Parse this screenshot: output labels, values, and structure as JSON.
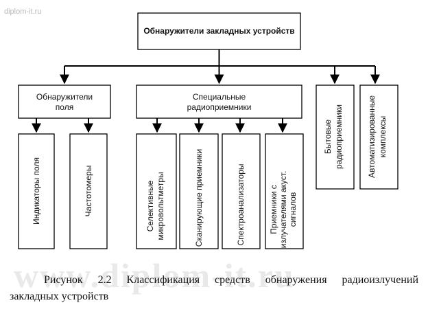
{
  "watermark": {
    "top_left": "diplom-it.ru",
    "big": "www.diplom-it.ru"
  },
  "diagram": {
    "root": "Обнаружители закладных устройств",
    "group_field": {
      "line1": "Обнаружители",
      "line2": "поля"
    },
    "group_special": {
      "line1": "Специальные",
      "line2": "радиоприемники"
    },
    "household": {
      "line1": "Бытовые",
      "line2": "радиоприемники"
    },
    "automated": {
      "line1": "Автоматизированные",
      "line2": "комплексы"
    },
    "field_indicators": "Индикаторы поля",
    "frequency_meters": "Частотомеры",
    "selective": {
      "line1": "Селективные",
      "line2": "микровольтметры"
    },
    "scanning": "Сканирующие приемники",
    "spectrum": "Спектроанализаторы",
    "acoustic": {
      "line1": "Приемники с",
      "line2": "излучателями акуст.",
      "line3": "сигналов"
    }
  },
  "caption": {
    "line1": "Рисунок 2.2 Классификация средств обнаружения радиоизлучений",
    "line2": "закладных устройств"
  }
}
